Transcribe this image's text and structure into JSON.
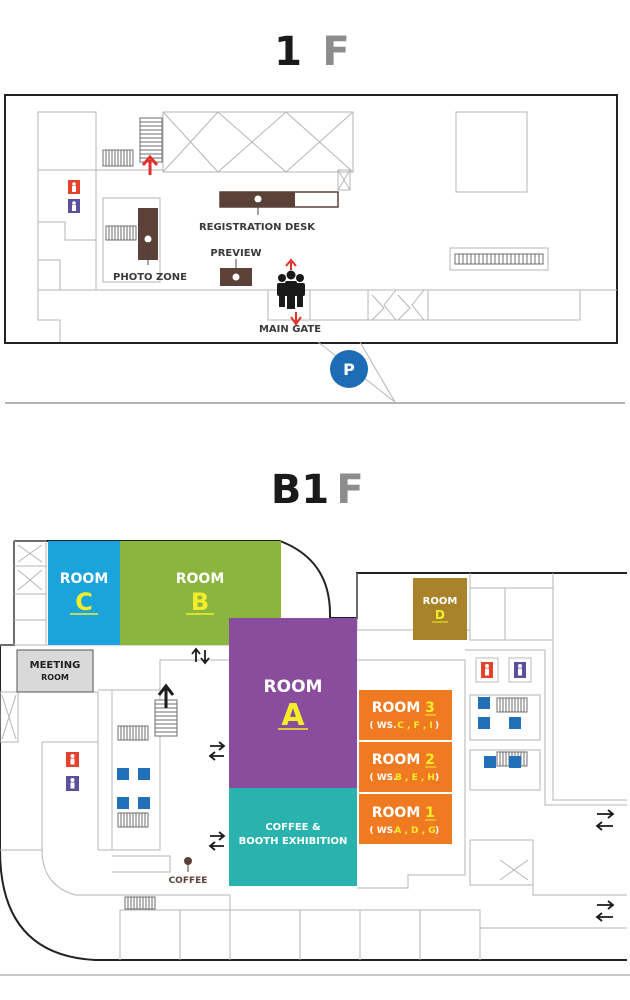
{
  "floor1": {
    "title_main": "1",
    "title_suffix": "F",
    "labels": {
      "registration": "REGISTRATION DESK",
      "photo_zone": "PHOTO ZONE",
      "preview": "PREVIEW",
      "main_gate": "MAIN GATE",
      "parking": "P"
    }
  },
  "floorB1": {
    "title_main": "B1",
    "title_suffix": "F",
    "rooms": {
      "room_word": "ROOM",
      "c": "C",
      "b": "B",
      "d": "D",
      "a": "A",
      "r3": "3",
      "r2": "2",
      "r1": "1",
      "ws3_pre": "( WS.",
      "ws3_letters": "C , F , I",
      "ws2_letters": "B , E , H",
      "ws1_letters": "A , D , G",
      "ws_post": ")",
      "meeting_1": "MEETING",
      "meeting_2": "ROOM",
      "coffee_booth_1": "COFFEE &",
      "coffee_booth_2": "BOOTH EXHIBITION",
      "coffee": "COFFEE"
    }
  },
  "colors": {
    "room_c": "#1ba3dc",
    "room_b": "#8ab53f",
    "room_a": "#8a4d9e",
    "room_123": "#f07a22",
    "coffee_booth": "#2ab3ae",
    "room_d": "#a8832a",
    "meeting": "#d9d9d9",
    "desk": "#5b4137",
    "parking": "#1d6cb6",
    "arrow_red": "#e2302d",
    "toilet_men": "#5d4f9e",
    "toilet_women": "#e5412d",
    "toilet_blue": "#2170b8",
    "letter_yellow": "#f4ee2a"
  }
}
